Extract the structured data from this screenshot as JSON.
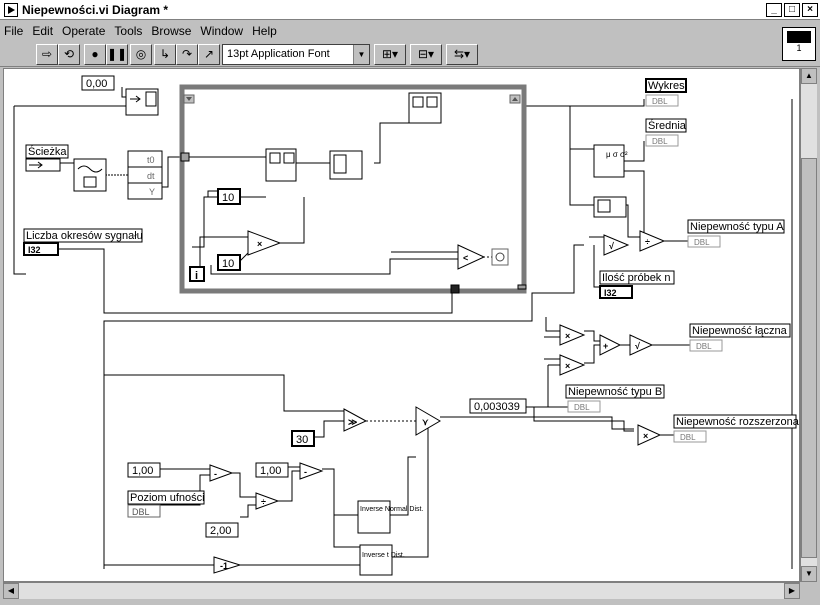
{
  "window": {
    "title": "Niepewności.vi Diagram *"
  },
  "menu": [
    "File",
    "Edit",
    "Operate",
    "Tools",
    "Browse",
    "Window",
    "Help"
  ],
  "toolbar": {
    "font": "13pt Application Font",
    "icons": [
      "run-arrow-icon",
      "run-continuous-icon",
      "abort-icon",
      "pause-icon",
      "highlight-execution-icon",
      "step-into-icon",
      "step-over-icon",
      "step-out-icon",
      "align-icon",
      "distribute-icon",
      "reorder-icon"
    ]
  },
  "vi_icon_label": "1",
  "diagram": {
    "constants": {
      "zero": "0,00",
      "ten_a": "10",
      "ten_b": "10",
      "thirty": "30",
      "one_a": "1,00",
      "one_b": "1,00",
      "two": "2,00",
      "b_value": "0,003039"
    },
    "controls": {
      "path": "Ścieżka",
      "periods": "Liczba okresów sygnału",
      "periods_type": "I32",
      "confidence": "Poziom ufności",
      "confidence_type": "DBL"
    },
    "indicators": {
      "chart": "Wykres",
      "mean": "Średnia",
      "type_a": "Niepewność typu A",
      "samples": "Ilość próbek n",
      "samples_type": "I32",
      "combined": "Niepewność łączna",
      "type_b": "Niepewność typu B",
      "expanded": "Niepewność rozszerzona",
      "dbl": "DBL"
    },
    "loop": {
      "iteration": "i"
    },
    "functions": {
      "inverse_normal": "Inverse Normal Dist.",
      "inverse_t": "Inverse t Dist.",
      "waveform_t0": "t0",
      "waveform_dt": "dt",
      "waveform_y": "Y",
      "stats": "μ σ σ²"
    }
  }
}
